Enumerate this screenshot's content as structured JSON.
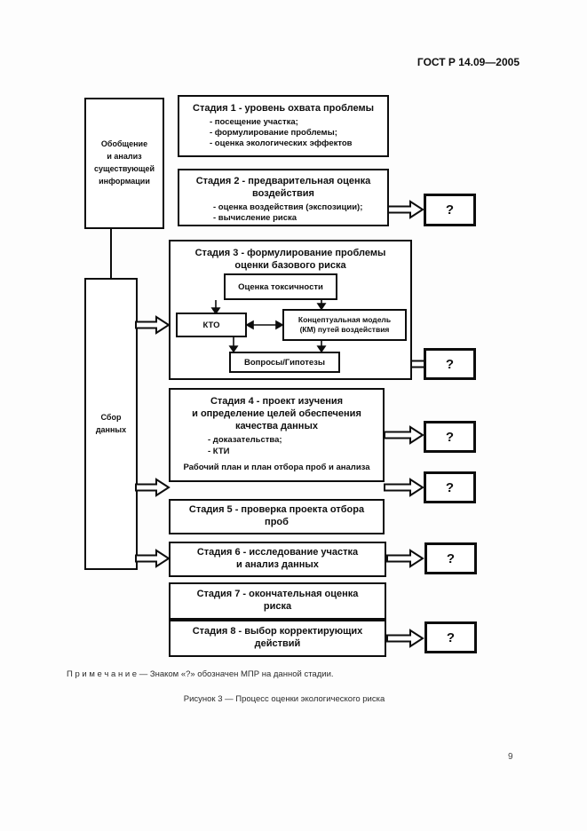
{
  "header": {
    "standard_number": "ГОСТ Р 14.09—2005",
    "page_number": "9"
  },
  "left_column": {
    "summary_box": "Обобщение\nи анализ\nсуществующей\nинформации",
    "data_collection_box": "Сбор\nданных"
  },
  "stages": [
    {
      "title": "Стадия 1 - уровень охвата проблемы",
      "bullets": [
        "- посещение участка;",
        "- формулирование проблемы;",
        "- оценка экологических эффектов"
      ]
    },
    {
      "title": "Стадия 2 - предварительная оценка\nвоздействия",
      "bullets": [
        "- оценка воздействия (экспозиции);",
        "- вычисление риска"
      ],
      "mpr": "?"
    },
    {
      "title": "Стадия 3 - формулирование проблемы\nоценки базового риска",
      "inner": {
        "toxicity": "Оценка токсичности",
        "kto": "КТО",
        "model": "Концептуальная модель\n(КМ) путей воздействия",
        "questions": "Вопросы/Гипотезы"
      },
      "mpr": "?"
    },
    {
      "title": "Стадия 4 - проект изучения\nи определение целей обеспечения\nкачества данных",
      "bullets": [
        "- доказательства;",
        "- КТИ"
      ],
      "footer": "Рабочий план и план отбора проб и анализа",
      "mpr": "?",
      "mpr2": "?"
    },
    {
      "title": "Стадия 5 - проверка проекта отбора\nпроб"
    },
    {
      "title": "Стадия 6 - исследование участка\nи анализ данных",
      "mpr": "?"
    },
    {
      "title": "Стадия 7 - окончательная оценка\nриска"
    },
    {
      "title": "Стадия 8 - выбор корректирующих\nдействий",
      "mpr": "?"
    }
  ],
  "footer": {
    "note": "П р и м е ч а н и е — Знаком «?» обозначен МПР на данной стадии.",
    "caption": "Рисунок 3 — Процесс оценки экологического риска"
  }
}
